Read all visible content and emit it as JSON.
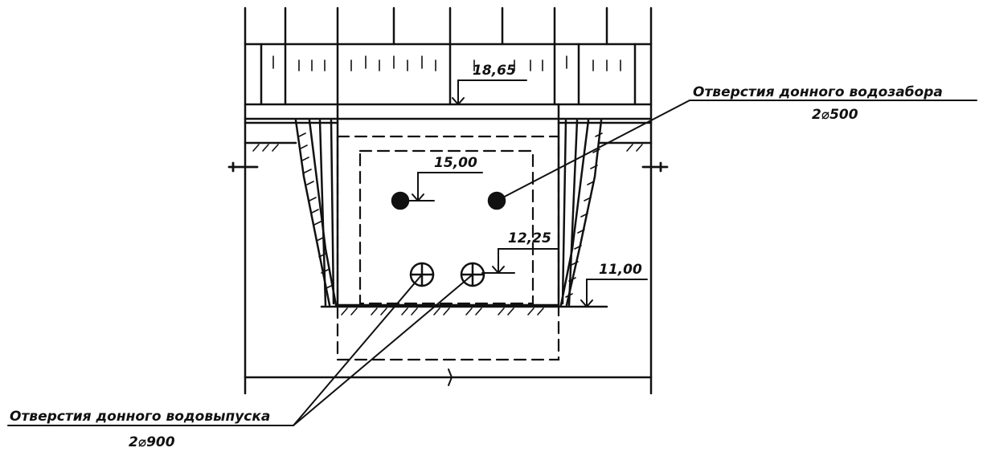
{
  "elevations": {
    "top": "18,65",
    "intake": "15,00",
    "outlet": "12,25",
    "bottom": "11,00"
  },
  "labels": {
    "intake_title": "Отверстия донного водозабора",
    "intake_spec": "2⌀500",
    "outlet_title": "Отверстия донного водовыпуска",
    "outlet_spec": "2⌀900"
  },
  "colors": {
    "line": "#111111",
    "background": "#ffffff"
  }
}
